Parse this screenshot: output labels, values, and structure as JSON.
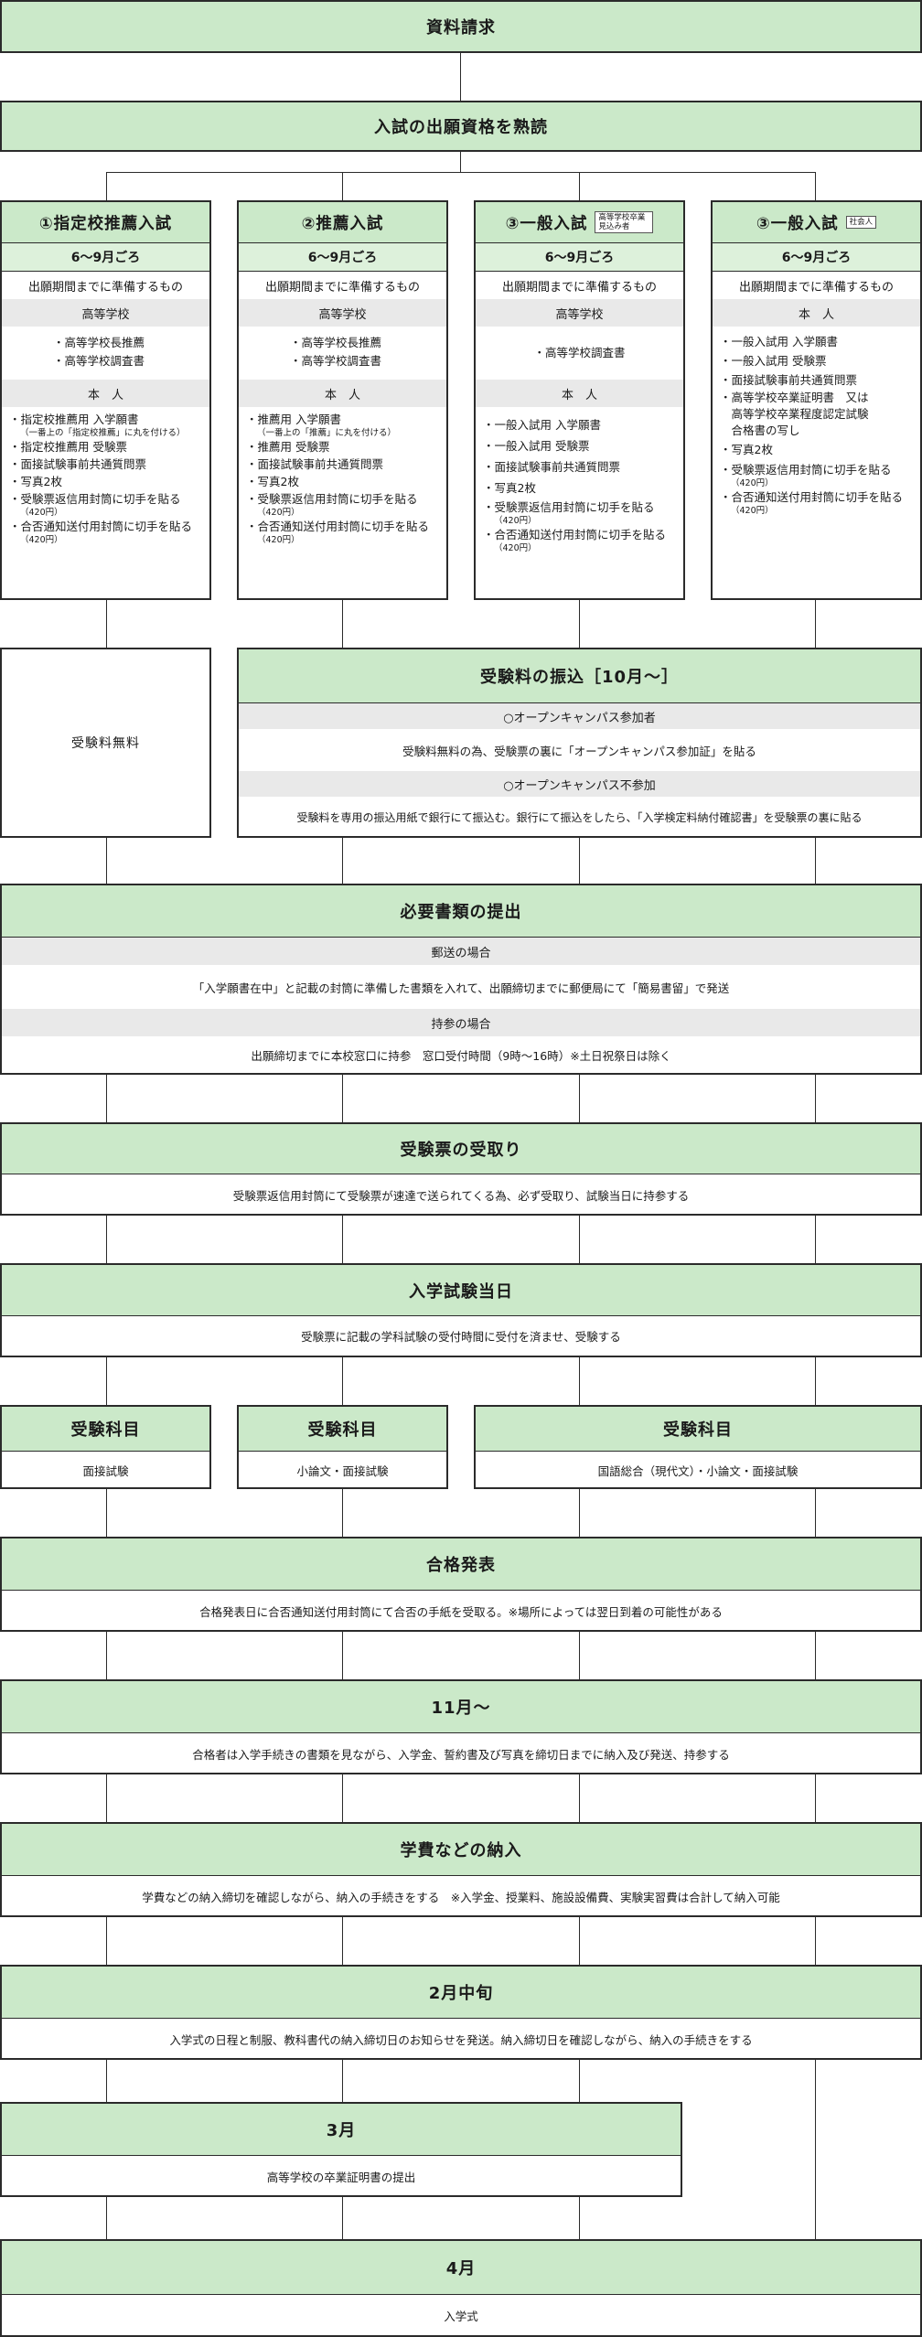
{
  "step_request": "資料請求",
  "step_check": "入試の出願資格を熟読",
  "routes": [
    {
      "title": "①指定校推薦入試",
      "tag": "",
      "period": "6〜9月ごろ",
      "prep": "出願期間までに準備するもの",
      "school_head": "高等学校",
      "school_items": [
        "・高等学校長推薦",
        "・高等学校調査書"
      ],
      "self_head": "本　人",
      "self_items": [
        {
          "t": "・指定校推薦用 入学願書",
          "n": "（一番上の「指定校推薦」に丸を付ける）"
        },
        {
          "t": "・指定校推薦用 受験票",
          "n": ""
        },
        {
          "t": "・面接試験事前共通質問票",
          "n": ""
        },
        {
          "t": "・写真2枚",
          "n": ""
        },
        {
          "t": "・受験票返信用封筒に切手を貼る",
          "n": "（420円）"
        },
        {
          "t": "・合否通知送付用封筒に切手を貼る",
          "n": "（420円）"
        }
      ]
    },
    {
      "title": "②推薦入試",
      "tag": "",
      "period": "6〜9月ごろ",
      "prep": "出願期間までに準備するもの",
      "school_head": "高等学校",
      "school_items": [
        "・高等学校長推薦",
        "・高等学校調査書"
      ],
      "self_head": "本　人",
      "self_items": [
        {
          "t": "・推薦用 入学願書",
          "n": "（一番上の「推薦」に丸を付ける）"
        },
        {
          "t": "・推薦用 受験票",
          "n": ""
        },
        {
          "t": "・面接試験事前共通質問票",
          "n": ""
        },
        {
          "t": "・写真2枚",
          "n": ""
        },
        {
          "t": "・受験票返信用封筒に切手を貼る",
          "n": "（420円）"
        },
        {
          "t": "・合否通知送付用封筒に切手を貼る",
          "n": "（420円）"
        }
      ]
    },
    {
      "title": "③一般入試",
      "tag": "高等学校卒業見込み者",
      "period": "6〜9月ごろ",
      "prep": "出願期間までに準備するもの",
      "school_head": "高等学校",
      "school_items": [
        "・高等学校調査書"
      ],
      "self_head": "本　人",
      "self_items": [
        {
          "t": "・一般入試用 入学願書",
          "n": ""
        },
        {
          "t": "・一般入試用 受験票",
          "n": ""
        },
        {
          "t": "・面接試験事前共通質問票",
          "n": ""
        },
        {
          "t": "・写真2枚",
          "n": ""
        },
        {
          "t": "・受験票返信用封筒に切手を貼る",
          "n": "（420円）"
        },
        {
          "t": "・合否通知送付用封筒に切手を貼る",
          "n": "（420円）"
        }
      ]
    },
    {
      "title": "③一般入試",
      "tag": "社会人",
      "period": "6〜9月ごろ",
      "prep": "出願期間までに準備するもの",
      "self_head": "本　人",
      "self_items": [
        {
          "t": "・一般入試用 入学願書",
          "n": ""
        },
        {
          "t": "・一般入試用 受験票",
          "n": ""
        },
        {
          "t": "・面接試験事前共通質問票",
          "n": ""
        },
        {
          "t": "・高等学校卒業証明書　又は",
          "n": ""
        },
        {
          "t": "　高等学校卒業程度認定試験",
          "n": ""
        },
        {
          "t": "　合格書の写し",
          "n": ""
        },
        {
          "t": "・写真2枚",
          "n": ""
        },
        {
          "t": "・受験票返信用封筒に切手を貼る",
          "n": "（420円）"
        },
        {
          "t": "・合否通知送付用封筒に切手を貼る",
          "n": "（420円）"
        }
      ]
    }
  ],
  "fee_free": "受験料無料",
  "fee": {
    "title": "受験料の振込［10月〜］",
    "sub1": "○オープンキャンパス参加者",
    "text1": "受験料無料の為、受験票の裏に「オープンキャンパス参加証」を貼る",
    "sub2": "○オープンキャンパス不参加",
    "text2": "受験料を専用の振込用紙で銀行にて振込む。銀行にて振込をしたら、「入学検定料納付確認書」を受験票の裏に貼る"
  },
  "submit": {
    "title": "必要書類の提出",
    "sub1": "郵送の場合",
    "text1": "「入学願書在中」と記載の封筒に準備した書類を入れて、出願締切までに郵便局にて「簡易書留」で発送",
    "sub2": "持参の場合",
    "text2": "出願締切までに本校窓口に持参　窓口受付時間（9時〜16時）※土日祝祭日は除く"
  },
  "ticket": {
    "title": "受験票の受取り",
    "text": "受験票返信用封筒にて受験票が速達で送られてくる為、必ず受取り、試験当日に持参する"
  },
  "exam_day": {
    "title": "入学試験当日",
    "text": "受験票に記載の学科試験の受付時間に受付を済ませ、受験する"
  },
  "subjects": [
    {
      "title": "受験科目",
      "text": "面接試験"
    },
    {
      "title": "受験科目",
      "text": "小論文・面接試験"
    },
    {
      "title": "受験科目",
      "text": "国語総合（現代文）・小論文・面接試験"
    }
  ],
  "result": {
    "title": "合格発表",
    "text": "合格発表日に合否通知送付用封筒にて合否の手紙を受取る。※場所によっては翌日到着の可能性がある"
  },
  "nov": {
    "title": "11月〜",
    "text": "合格者は入学手続きの書類を見ながら、入学金、誓約書及び写真を締切日までに納入及び発送、持参する"
  },
  "tuition": {
    "title": "学費などの納入",
    "text": "学費などの納入締切を確認しながら、納入の手続きをする　※入学金、授業料、施設設備費、実験実習費は合計して納入可能"
  },
  "feb": {
    "title": "2月中旬",
    "text": "入学式の日程と制服、教科書代の納入締切日のお知らせを発送。納入締切日を確認しながら、納入の手続きをする"
  },
  "mar": {
    "title": "3月",
    "text": "高等学校の卒業証明書の提出"
  },
  "apr": {
    "title": "4月",
    "text": "入学式"
  },
  "colors": {
    "header_green": "#cbe9c9",
    "sub_gray": "#e9e9e9",
    "border": "#2b2b2b"
  }
}
